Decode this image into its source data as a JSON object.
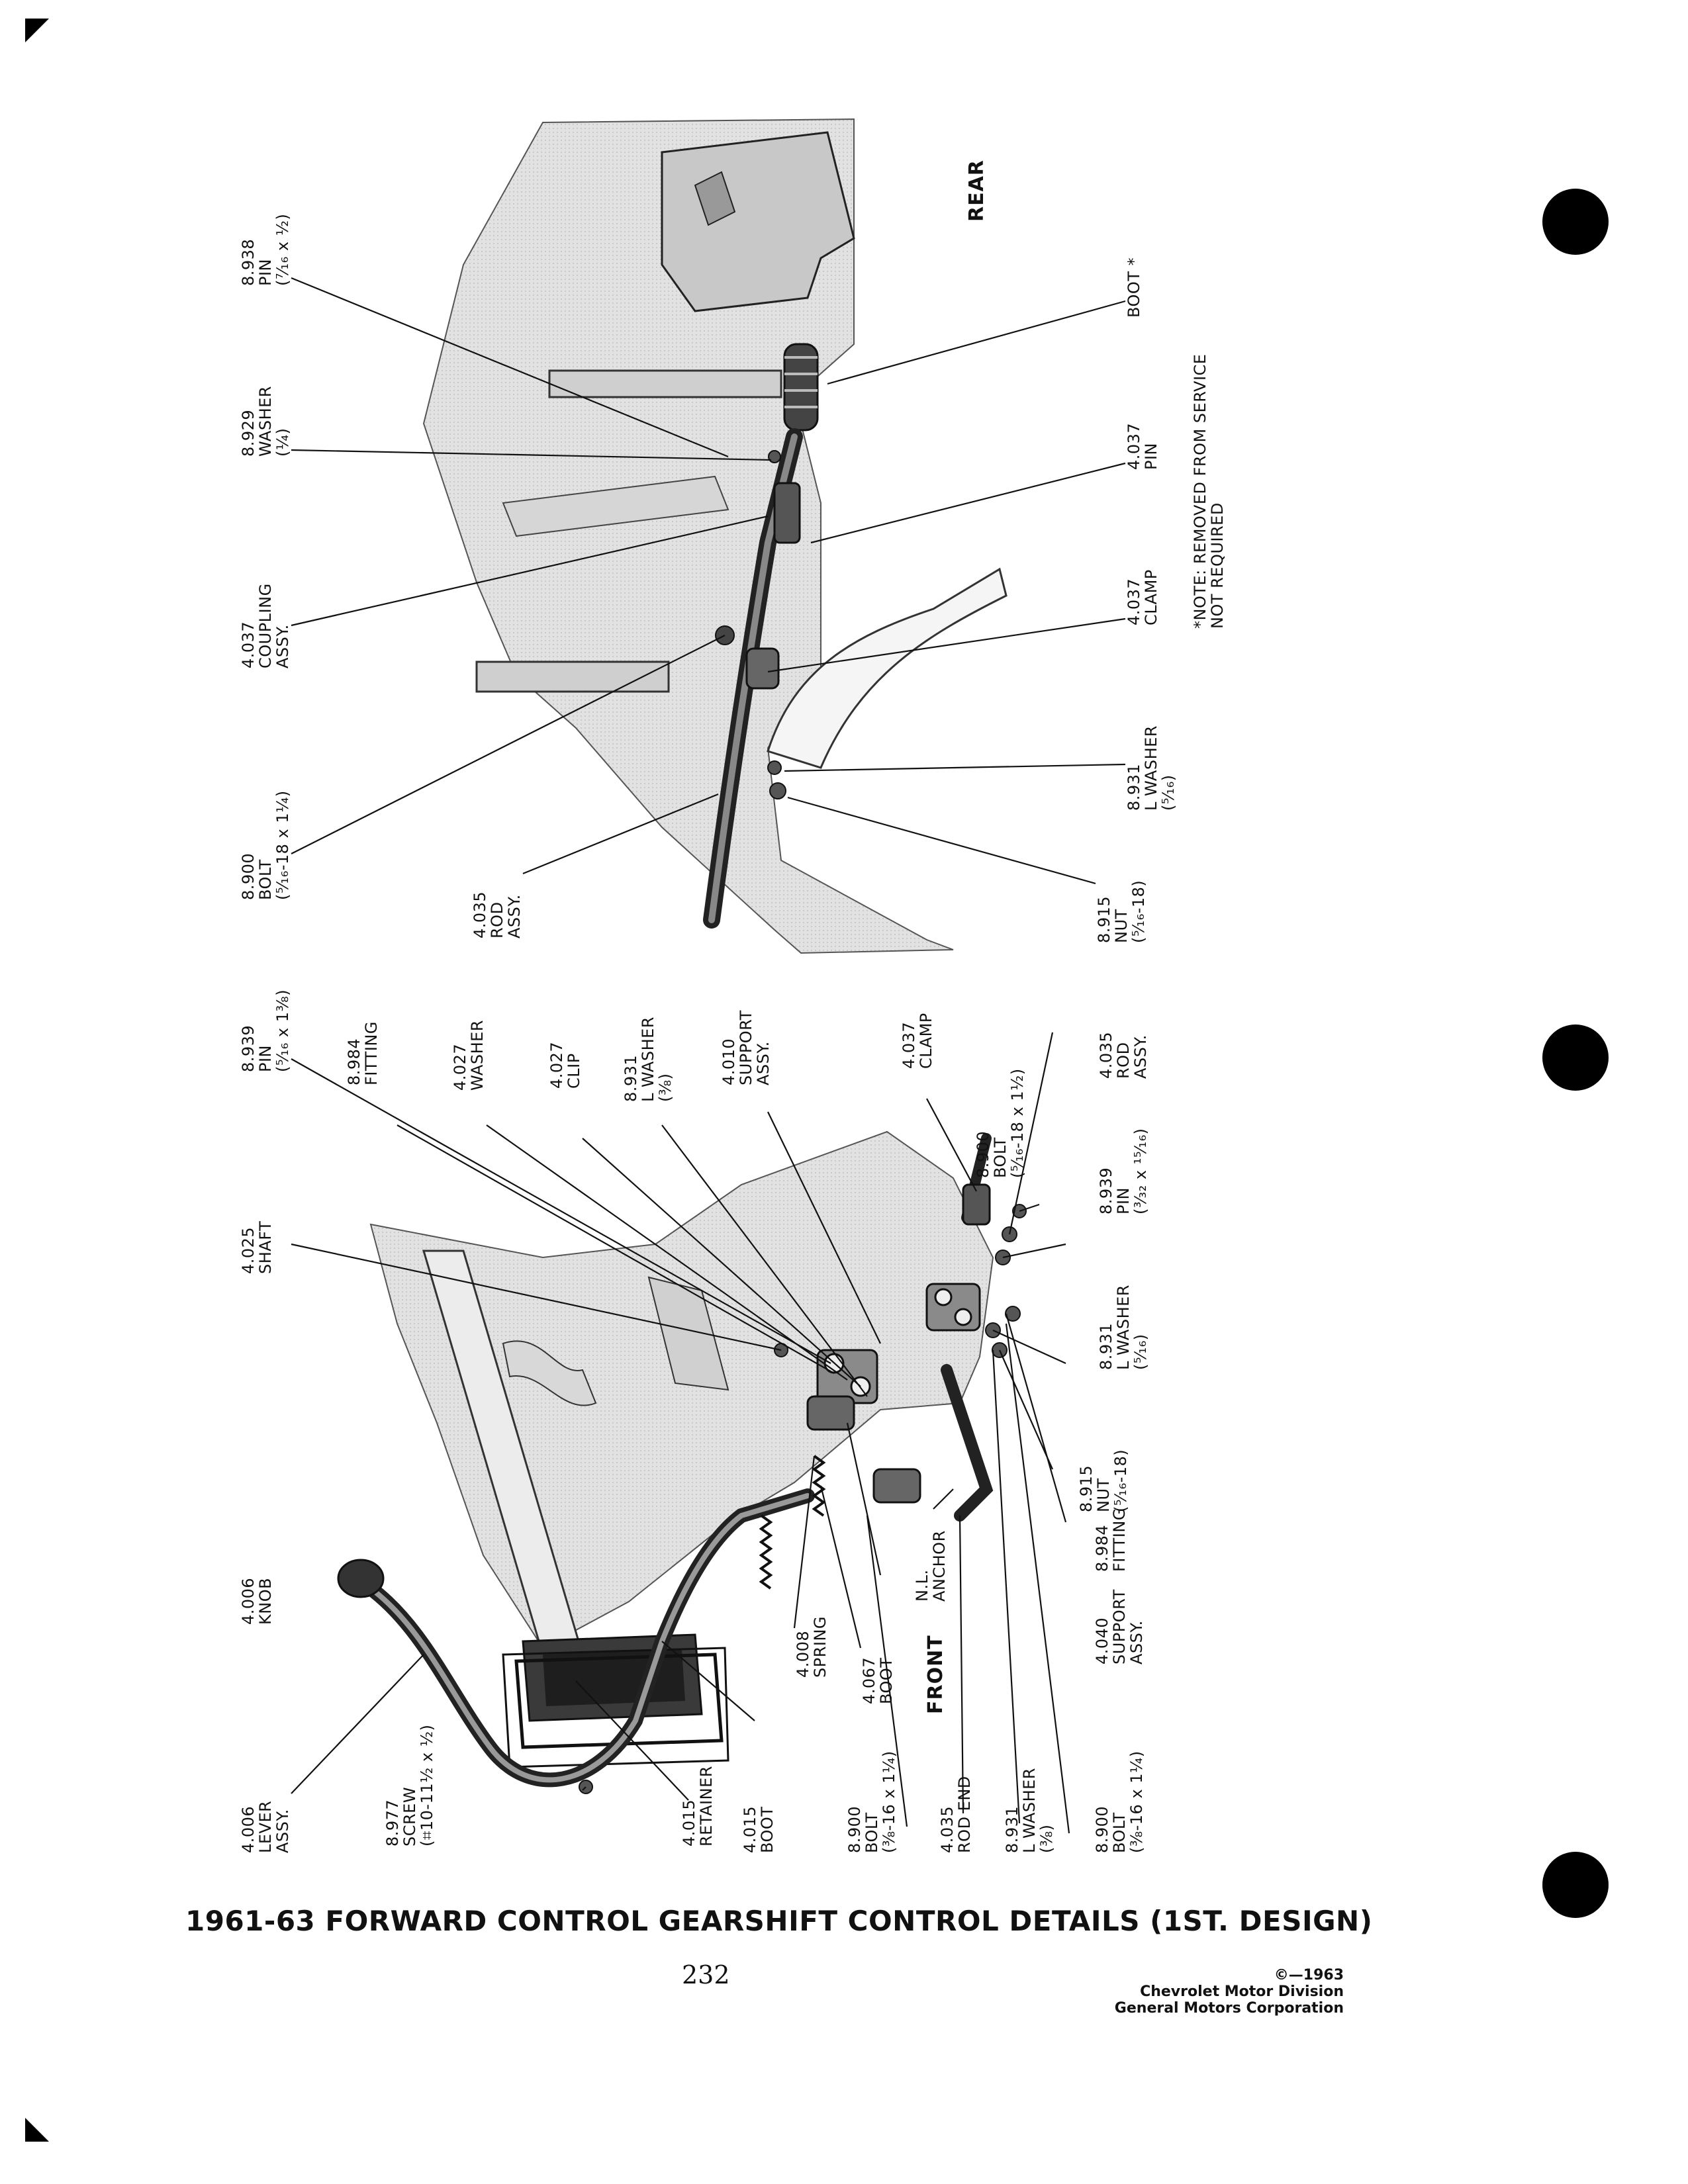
{
  "title": "1961-63 FORWARD CONTROL GEARSHIFT CONTROL DETAILS (1ST. DESIGN)",
  "page_number": "232",
  "copyright": [
    "©—1963",
    "Chevrolet Motor Division",
    "General Motors Corporation"
  ],
  "orientation": {
    "front": "FRONT",
    "rear": "REAR"
  },
  "note": [
    "*NOTE: REMOVED FROM SERVICE",
    "NOT REQUIRED"
  ],
  "rear_labels": {
    "pin_8938": [
      "8.938",
      "PIN",
      "(⁷⁄₁₆ x ½)"
    ],
    "washer_8929": [
      "8.929",
      "WASHER",
      "(¼)"
    ],
    "coupling_4037": [
      "4.037",
      "COUPLING",
      "ASSY."
    ],
    "bolt_8900": [
      "8.900",
      "BOLT",
      "(⁵⁄₁₆-18 x 1¼)"
    ],
    "rod_4035": [
      "4.035",
      "ROD",
      "ASSY."
    ],
    "nut_8915": [
      "8.915",
      "NUT",
      "(⁵⁄₁₆-18)"
    ],
    "lwasher_8931": [
      "8.931",
      "L WASHER",
      "(⁵⁄₁₆)"
    ],
    "clamp_4037": [
      "4.037",
      "CLAMP"
    ],
    "pin_4037": [
      "4.037",
      "PIN"
    ],
    "boot": [
      "BOOT *"
    ]
  },
  "front_labels": {
    "knob_4006": [
      "4.006",
      "KNOB"
    ],
    "shaft_4025": [
      "4.025",
      "SHAFT"
    ],
    "pin_8939": [
      "8.939",
      "PIN",
      "(⁵⁄₁₆ x 1⅜)"
    ],
    "fitting_8984": [
      "8.984",
      "FITTING"
    ],
    "washer_4027": [
      "4.027",
      "WASHER"
    ],
    "clip_4027": [
      "4.027",
      "CLIP"
    ],
    "lwasher_8931a": [
      "8.931",
      "L WASHER",
      "(⅜)"
    ],
    "support_4010": [
      "4.010",
      "SUPPORT",
      "ASSY."
    ],
    "clamp_4037b": [
      "4.037",
      "CLAMP"
    ],
    "bolt_8900b": [
      "8.900",
      "BOLT",
      "(⁵⁄₁₆-18 x 1½)"
    ],
    "rod_4035b": [
      "4.035",
      "ROD",
      "ASSY."
    ],
    "pin_8939b": [
      "8.939",
      "PIN",
      "(³⁄₃₂ x ¹⁵⁄₁₆)"
    ],
    "lwasher_8931b": [
      "8.931",
      "L WASHER",
      "(⁵⁄₁₆)"
    ],
    "nut_8915b": [
      "8.915",
      "NUT",
      "(⁵⁄₁₆-18)"
    ],
    "fitting_8984b": [
      "8.984",
      "FITTING"
    ],
    "support_4040": [
      "4.040",
      "SUPPORT",
      "ASSY."
    ],
    "anchor_nl": [
      "N.L.",
      "ANCHOR"
    ],
    "spring_4008": [
      "4.008",
      "SPRING"
    ],
    "boot_4067": [
      "4.067",
      "BOOT"
    ],
    "bolt_8900c": [
      "8.900",
      "BOLT",
      "(⅜-16 x 1¼)"
    ],
    "rodend_4035": [
      "4.035",
      "ROD END"
    ],
    "lwasher_8931c": [
      "8.931",
      "L WASHER",
      "(⅜)"
    ],
    "bolt_8900d": [
      "8.900",
      "BOLT",
      "(⅜-16 x 1¼)"
    ],
    "boot_4015": [
      "4.015",
      "BOOT"
    ],
    "retainer_4015": [
      "4.015",
      "RETAINER"
    ],
    "screw_8977": [
      "8.977",
      "SCREW",
      "(⌗10-11½ x ½)"
    ],
    "lever_4006": [
      "4.006",
      "LEVER",
      "ASSY."
    ]
  }
}
